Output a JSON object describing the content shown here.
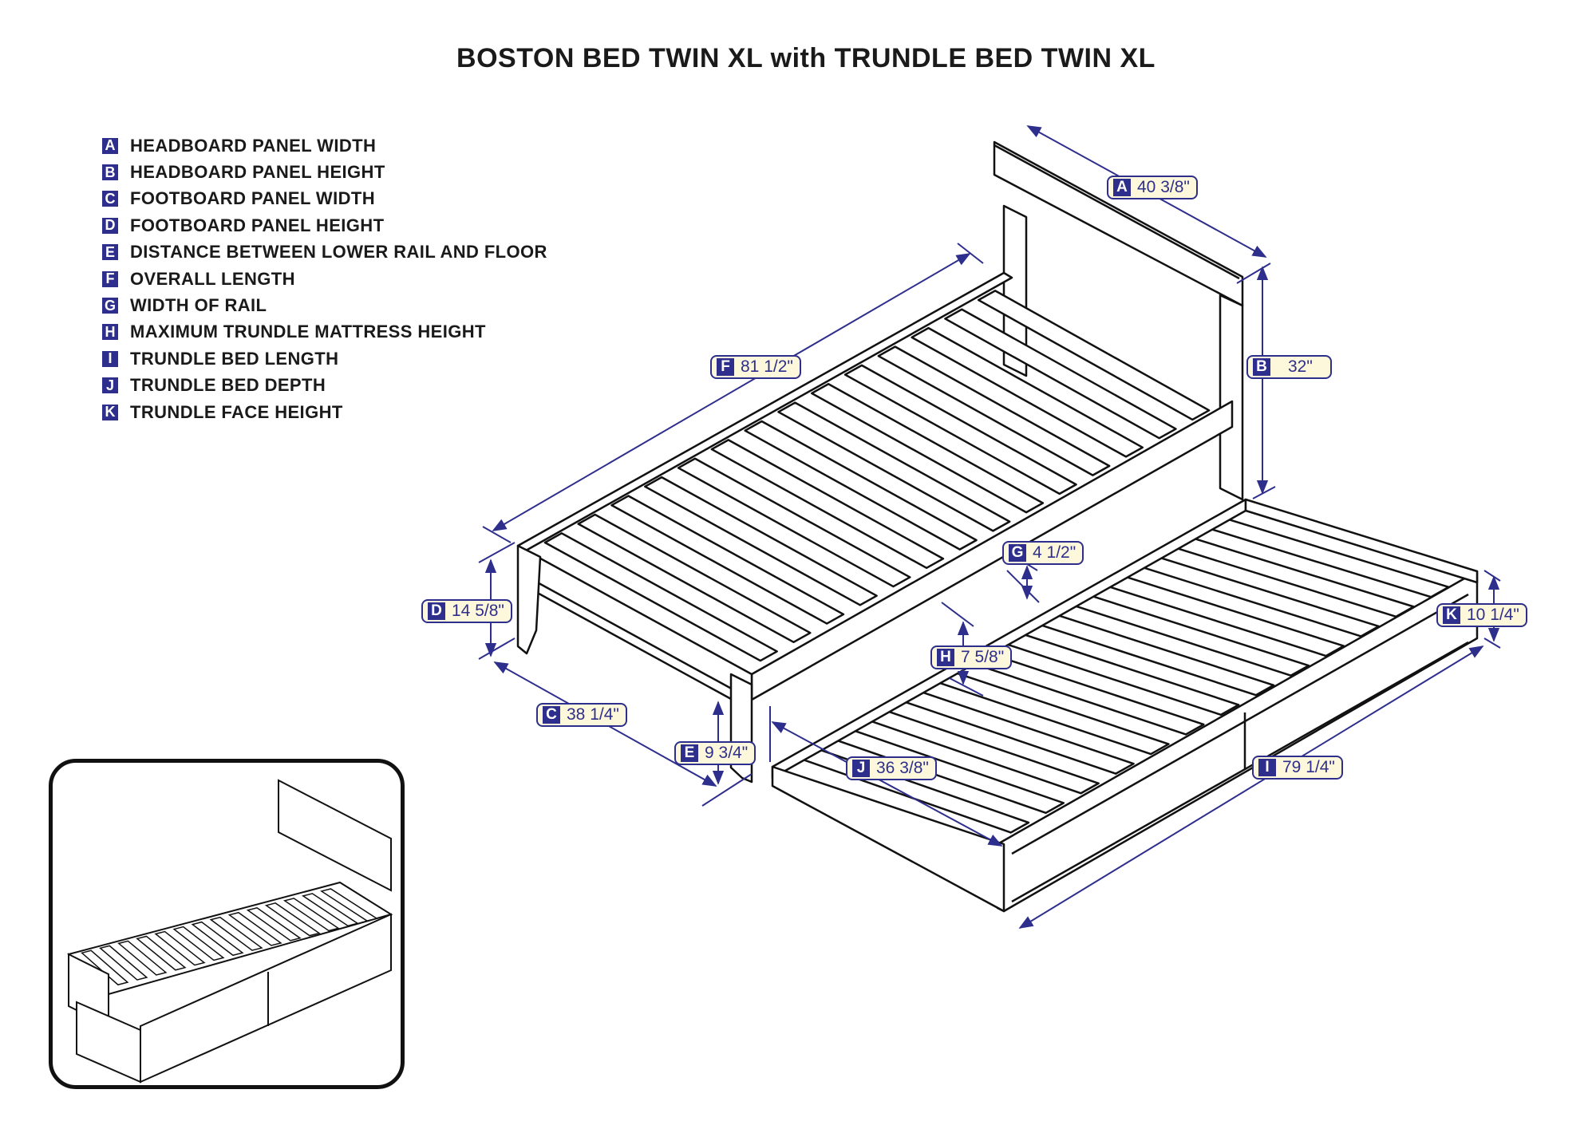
{
  "title": "BOSTON BED TWIN XL with TRUNDLE BED TWIN XL",
  "legend": [
    {
      "letter": "A",
      "text": "HEADBOARD PANEL WIDTH"
    },
    {
      "letter": "B",
      "text": "HEADBOARD PANEL HEIGHT"
    },
    {
      "letter": "C",
      "text": "FOOTBOARD PANEL WIDTH"
    },
    {
      "letter": "D",
      "text": "FOOTBOARD PANEL HEIGHT"
    },
    {
      "letter": "E",
      "text": "DISTANCE BETWEEN LOWER RAIL AND FLOOR"
    },
    {
      "letter": "F",
      "text": "OVERALL LENGTH"
    },
    {
      "letter": "G",
      "text": "WIDTH OF RAIL"
    },
    {
      "letter": "H",
      "text": "MAXIMUM TRUNDLE MATTRESS HEIGHT"
    },
    {
      "letter": "I",
      "text": "TRUNDLE BED LENGTH"
    },
    {
      "letter": "J",
      "text": "TRUNDLE BED DEPTH"
    },
    {
      "letter": "K",
      "text": "TRUNDLE FACE HEIGHT"
    }
  ],
  "dimensions": {
    "A": {
      "letter": "A",
      "value": "40 3/8\""
    },
    "B": {
      "letter": "B",
      "value": "32\""
    },
    "C": {
      "letter": "C",
      "value": "38 1/4\""
    },
    "D": {
      "letter": "D",
      "value": "14 5/8\""
    },
    "E": {
      "letter": "E",
      "value": "9 3/4\""
    },
    "F": {
      "letter": "F",
      "value": "81 1/2\""
    },
    "G": {
      "letter": "G",
      "value": "4 1/2\""
    },
    "H": {
      "letter": "H",
      "value": "7 5/8\""
    },
    "I": {
      "letter": "I",
      "value": "79 1/4\""
    },
    "J": {
      "letter": "J",
      "value": "36 3/8\""
    },
    "K": {
      "letter": "K",
      "value": "10 1/4\""
    }
  },
  "colors": {
    "accent": "#2e2f8c",
    "label_bg": "#fdf8dc",
    "line": "#111111"
  }
}
